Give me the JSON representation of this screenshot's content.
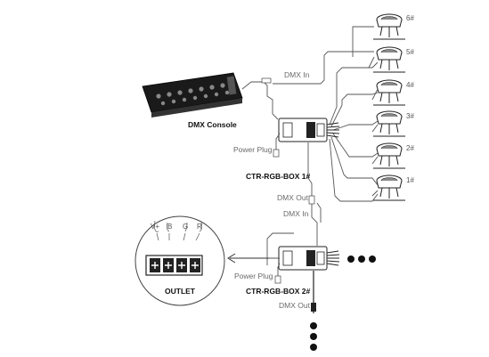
{
  "labels": {
    "dmx_console": "DMX Console",
    "dmx_in_top": "DMX In",
    "power_plug_1": "Power Plug",
    "box1": "CTR-RGB-BOX 1#",
    "dmx_out_1": "DMX Out",
    "dmx_in_2": "DMX In",
    "power_plug_2": "Power Plug",
    "box2": "CTR-RGB-BOX 2#",
    "dmx_out_2": "DMX Out",
    "outlet": "OUTLET"
  },
  "outlet_terminals": [
    "V+",
    "B",
    "G",
    "R"
  ],
  "fixtures": [
    "6#",
    "5#",
    "4#",
    "3#",
    "2#",
    "1#"
  ]
}
